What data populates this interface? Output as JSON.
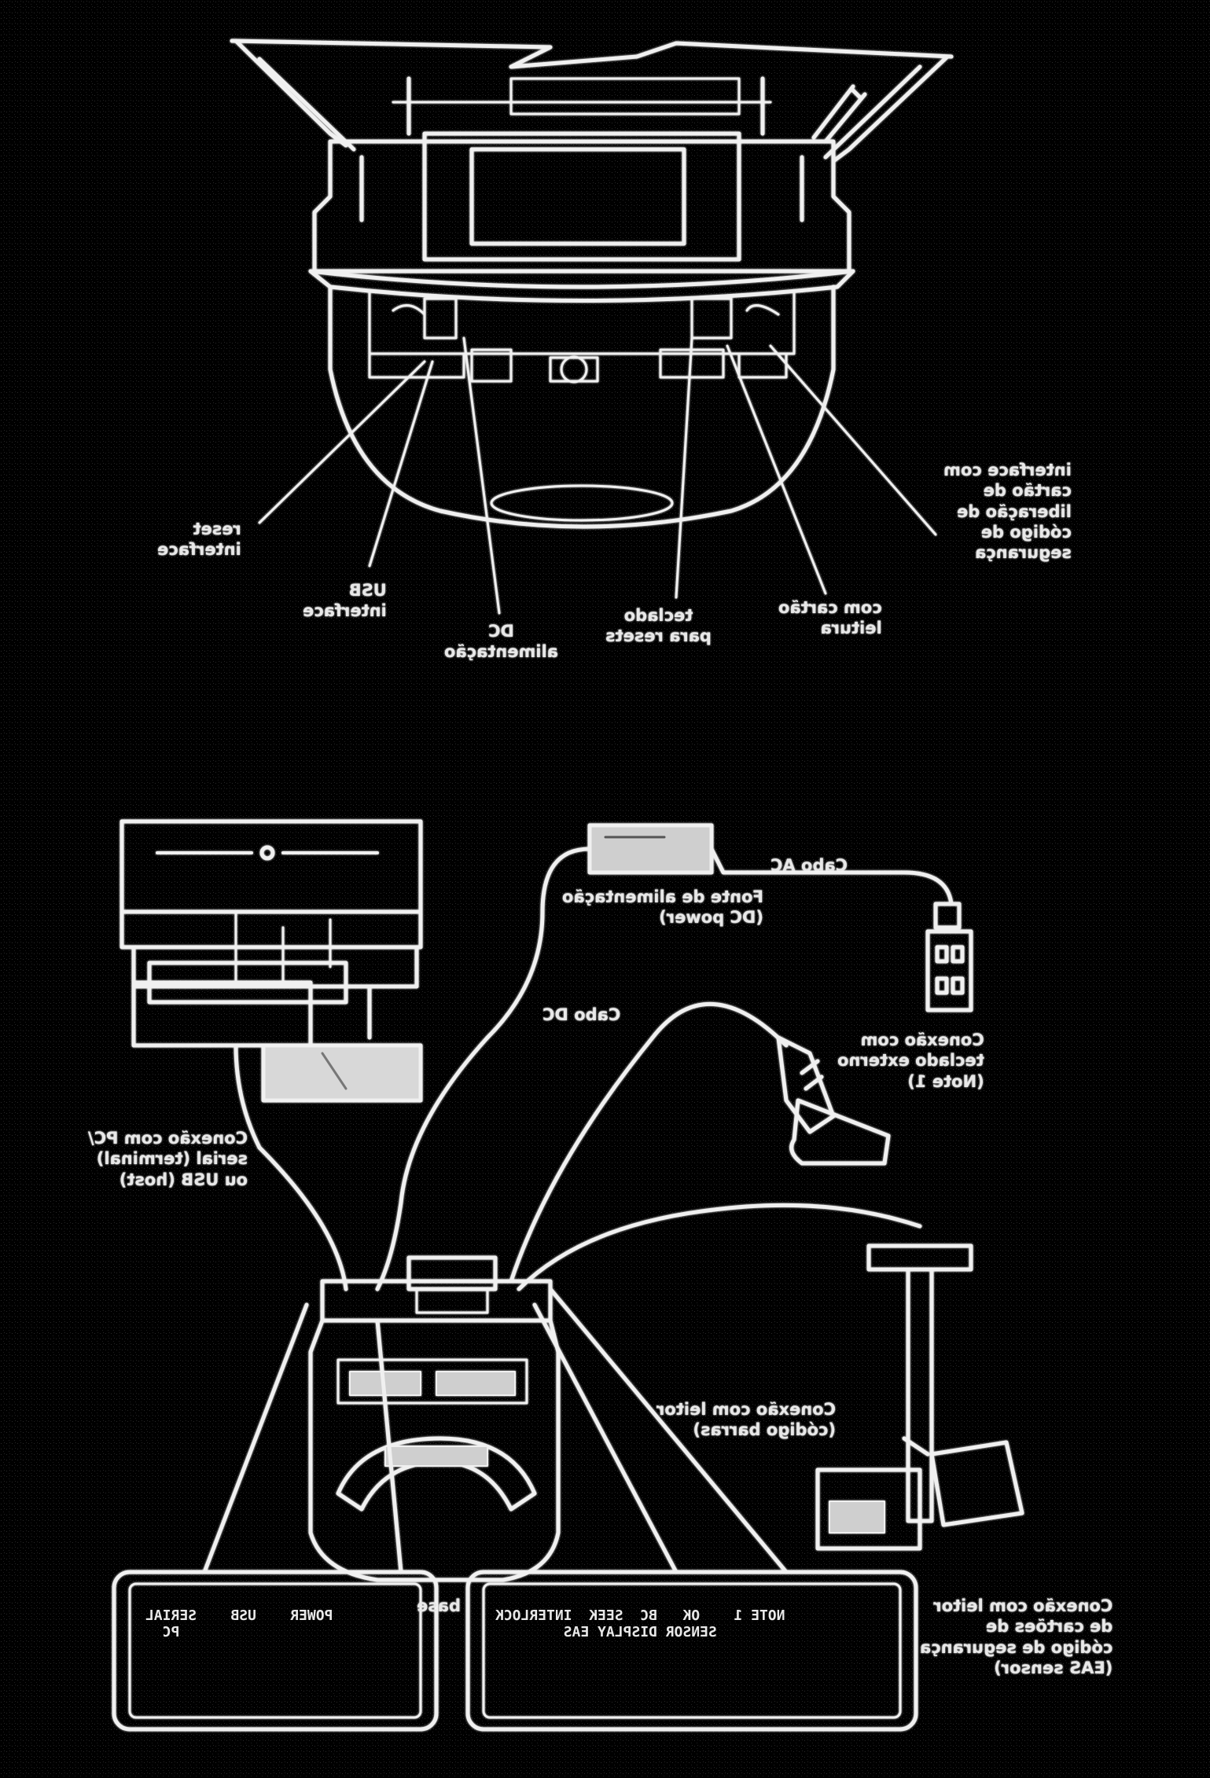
{
  "colors": {
    "background": "#000000",
    "line": "#f0f0f0"
  },
  "top_diagram": {
    "labels": {
      "reset": "reset\ninterface",
      "usb": "USB\ninterface",
      "dc": "DC\nalimentação",
      "keyboard": "teclado\npara resets",
      "card": "com cartão\nleitura",
      "ext_interface": "interface com\ncartão de\nliberação de\ncódigo de\nsegurança"
    }
  },
  "bottom_diagram": {
    "labels": {
      "cable_ac": "Cabo AC",
      "dc_power": "Fonte de alimentação\n(DC power)",
      "cable_dc": "Cabo DC",
      "keyboard_conn": "Conexão com\nteclado externo\n(Note 1)",
      "pc_conn": "Conexão com PC/\nserial (terminal)\nou USB (host)",
      "scanner_conn": "Conexão com leitor\n(código barras)",
      "base": "base",
      "card_conn": "Conexão com leitor\nde cartões de\ncódigo de segurança\n(EAS sensor)"
    },
    "panel_left": "POWER    USB    SERIAL\n                  PC",
    "panel_right": "NOTE 1    OK   BC  SEEK  INTERLOCK\n        SENSOR DISPLAY EAS"
  }
}
